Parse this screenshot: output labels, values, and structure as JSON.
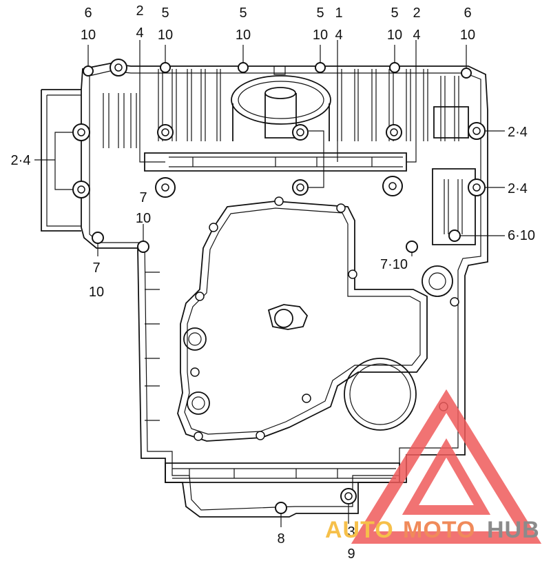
{
  "labels": {
    "top_6_left": "6",
    "top_10_left": "10",
    "top_2_a": "2",
    "top_4_a": "4",
    "top_5_a": "5",
    "top_10_a": "10",
    "top_5_b": "5",
    "top_10_b": "10",
    "top_5_c": "5",
    "top_10_c": "10",
    "top_1": "1",
    "top_4_b": "4",
    "top_5_d": "5",
    "top_10_d": "10",
    "top_2_b": "2",
    "top_4_c": "4",
    "top_6_right": "6",
    "top_10_right": "10",
    "left_24": "2·4",
    "right_24_a": "2·4",
    "right_24_b": "2·4",
    "right_610": "6·10",
    "mid_7": "7",
    "mid_10": "10",
    "low_7": "7",
    "low_10": "10",
    "inner_710": "7·10",
    "bottom_8": "8",
    "bottom_3": "3",
    "bottom_9": "9"
  },
  "watermark": {
    "part1": "AUTO",
    "part2": "MOTO",
    "part3": "HUB",
    "colors": {
      "triangle": "#ef5b5b",
      "auto": "#f6c04a",
      "moto": "#f08a5a",
      "hub": "#8b8b8b"
    }
  }
}
